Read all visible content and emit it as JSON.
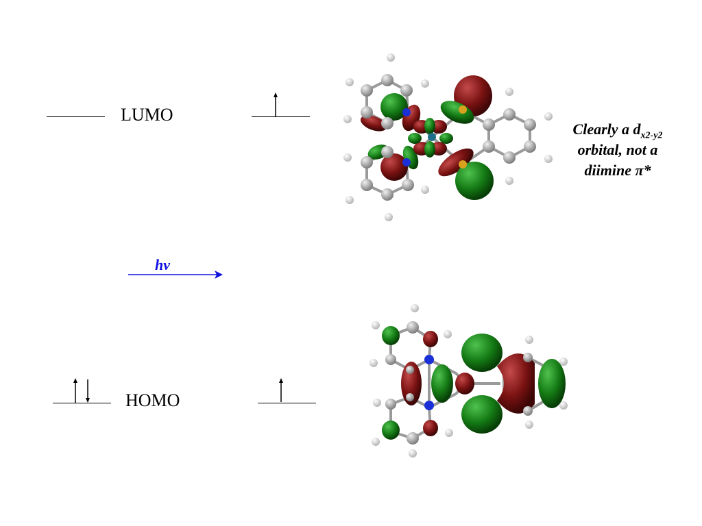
{
  "labels": {
    "lumo": "LUMO",
    "homo": "HOMO"
  },
  "transition": {
    "label": "hν",
    "color": "#1010e0"
  },
  "note": {
    "line1_pre": "Clearly a d",
    "line1_sub": "x2-y2",
    "line2": "orbital, not a",
    "line3": "diimine π*"
  },
  "colors": {
    "lobe_red": "#7a1212",
    "lobe_green": "#147a14",
    "carbon": "#a6a6a6",
    "hydrogen": "#e6e6e6",
    "nitrogen": "#1a2fd6",
    "sulfur": "#d9a21e",
    "metal": "#1f6f8a"
  }
}
